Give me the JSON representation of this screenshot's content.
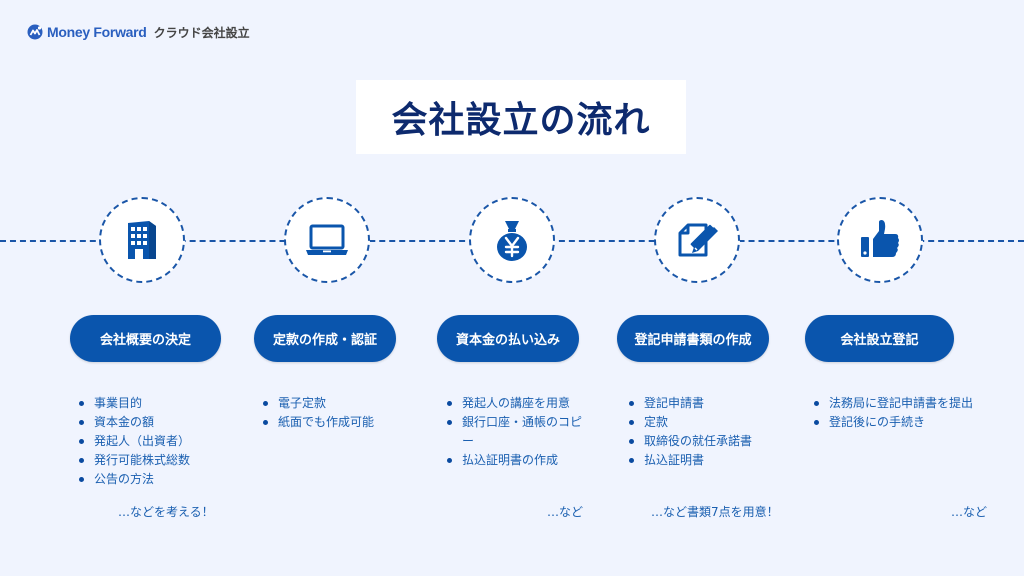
{
  "header": {
    "brand": "Money Forward",
    "product": "クラウド会社設立"
  },
  "title": "会社設立の流れ",
  "colors": {
    "background": "#f0f4fe",
    "primary": "#0a55ad",
    "title_text": "#0d2a6e",
    "list_text": "#1a5fb0"
  },
  "steps": [
    {
      "icon": "building-icon",
      "label": "会社概要の決定",
      "items": [
        "事業目的",
        "資本金の額",
        "発起人（出資者）",
        "発行可能株式総数",
        "公告の方法"
      ],
      "note": "…などを考える！"
    },
    {
      "icon": "laptop-icon",
      "label": "定款の作成・認証",
      "items": [
        "電子定款",
        "紙面でも作成可能"
      ],
      "note": ""
    },
    {
      "icon": "yen-money-bag-icon",
      "label": "資本金の払い込み",
      "items": [
        "発起人の講座を用意",
        "銀行口座・通帳のコピー",
        "払込証明書の作成"
      ],
      "note": "…など"
    },
    {
      "icon": "document-pencil-icon",
      "label": "登記申請書類の作成",
      "items": [
        "登記申請書",
        "定款",
        "取締役の就任承諾書",
        "払込証明書"
      ],
      "note": "…など書類7点を用意！"
    },
    {
      "icon": "thumbs-up-icon",
      "label": "会社設立登記",
      "items": [
        "法務局に登記申請書を提出",
        "登記後にの手続き"
      ],
      "note": "…など"
    }
  ]
}
